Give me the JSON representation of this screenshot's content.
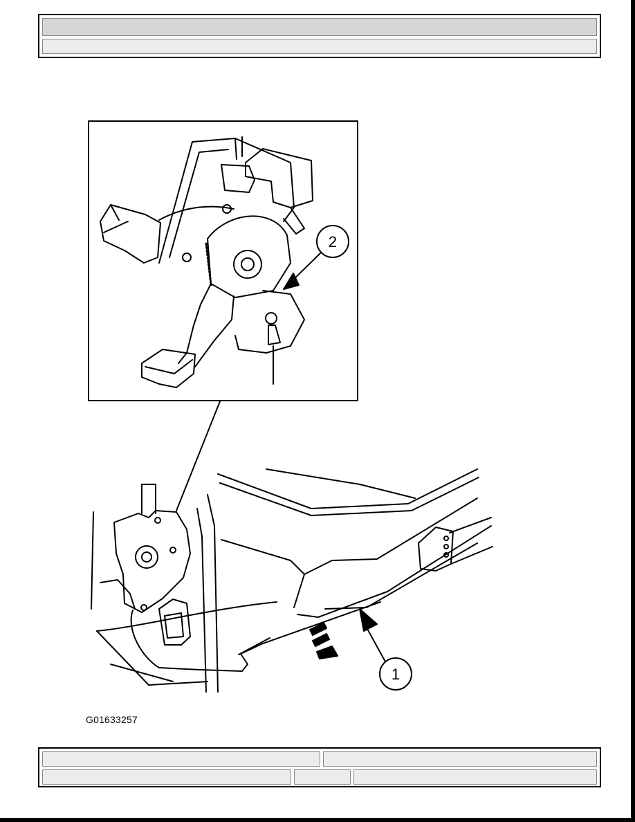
{
  "figure": {
    "id_label": "G01633257",
    "callouts": [
      "1",
      "2"
    ]
  }
}
